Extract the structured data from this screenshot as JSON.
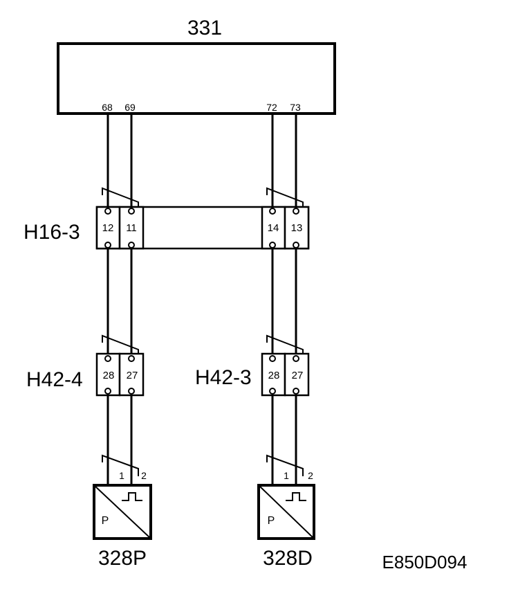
{
  "ecu": {
    "label": "331",
    "pins": [
      "68",
      "69",
      "72",
      "73"
    ]
  },
  "connectors": {
    "h16_3": {
      "label": "H16-3",
      "pins": [
        "12",
        "11",
        "14",
        "13"
      ]
    },
    "h42_4": {
      "label": "H42-4",
      "pins": [
        "28",
        "27"
      ]
    },
    "h42_3": {
      "label": "H42-3",
      "pins": [
        "28",
        "27"
      ]
    }
  },
  "sensors": {
    "left": {
      "label": "328P",
      "symbol": "P",
      "pins": [
        "1",
        "2"
      ]
    },
    "right": {
      "label": "328D",
      "symbol": "P",
      "pins": [
        "1",
        "2"
      ]
    }
  },
  "drawing_code": "E850D094"
}
